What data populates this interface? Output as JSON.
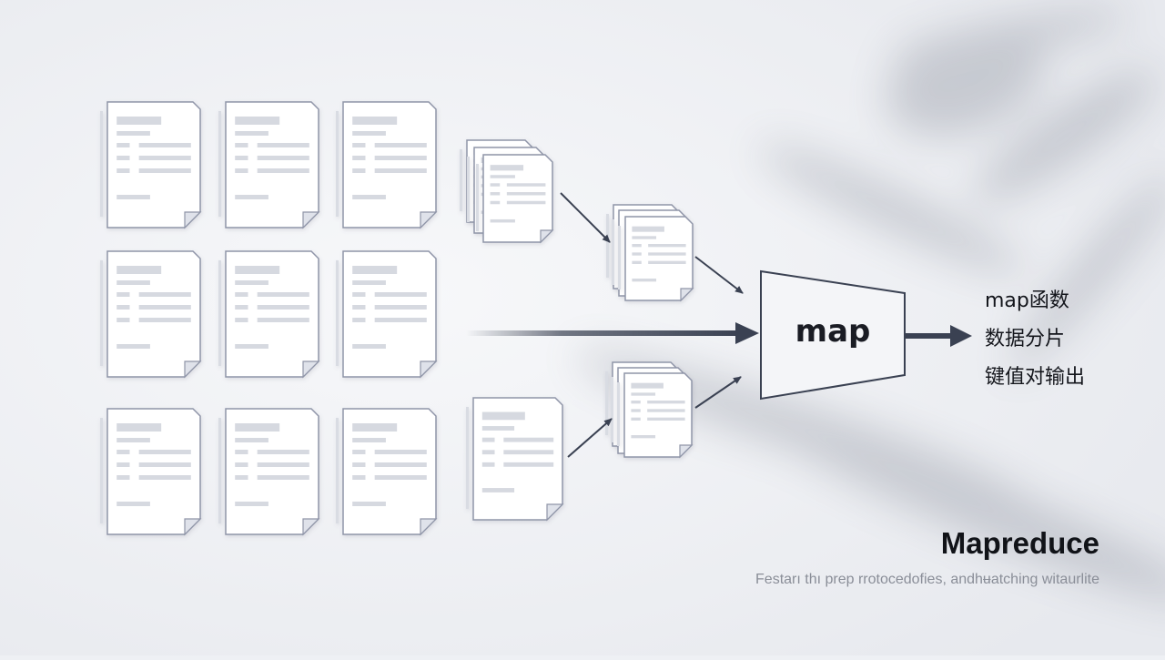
{
  "diagram": {
    "map_node_label": "map",
    "output_labels": [
      "map函数",
      "数据分片",
      "键值对输出"
    ],
    "title": "Mapreduce",
    "subtitle": "Festarı thı prep rrotocedofies, andhʉatching witaurlite"
  },
  "colors": {
    "arrow": "#3a4152",
    "document_fill": "#ffffff",
    "document_stroke": "#8f95a8",
    "placeholder_lines": "#d6d9e0",
    "map_node_fill": "#f4f5f8"
  }
}
